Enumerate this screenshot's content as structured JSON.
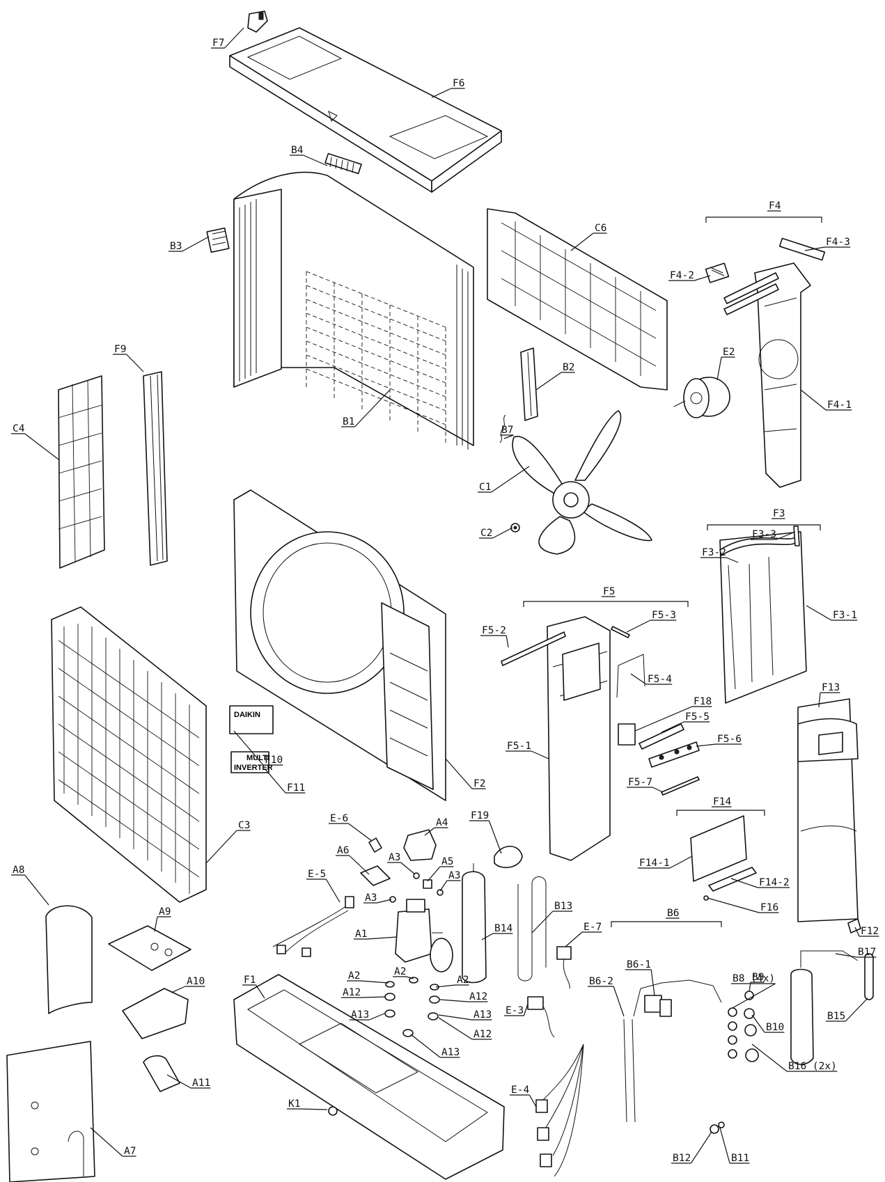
{
  "labels": {
    "F7": "F7",
    "F6": "F6",
    "B4": "B4",
    "B3": "B3",
    "F4": "F4",
    "F4_3": "F4-3",
    "F4_2": "F4-2",
    "F4_1": "F4-1",
    "C6": "C6",
    "E2": "E2",
    "B2": "B2",
    "B1": "B1",
    "B7": "B7",
    "C1": "C1",
    "C2": "C2",
    "C4": "C4",
    "F9": "F9",
    "F3": "F3",
    "F3_3": "F3-3",
    "F3_2": "F3-2",
    "F3_1": "F3-1",
    "F5": "F5",
    "F5_2": "F5-2",
    "F5_3": "F5-3",
    "F5_4": "F5-4",
    "F5_5": "F5-5",
    "F5_6": "F5-6",
    "F5_7": "F5-7",
    "F5_1": "F5-1",
    "F18": "F18",
    "F13": "F13",
    "F10": "F10",
    "F11": "F11",
    "F2": "F2",
    "F14": "F14",
    "F14_1": "F14-1",
    "F14_2": "F14-2",
    "F16": "F16",
    "C3": "C3",
    "E6": "E-6",
    "A4": "A4",
    "F19": "F19",
    "A6": "A6",
    "A3a": "A3",
    "A5": "A5",
    "A3b": "A3",
    "A3c": "A3",
    "E5": "E-5",
    "B13": "B13",
    "B6": "B6",
    "E7": "E-7",
    "B14": "B14",
    "A1": "A1",
    "A8": "A8",
    "A9": "A9",
    "F12": "F12",
    "B6_1": "B6-1",
    "B6_2": "B6-2",
    "B8": "B8 (4x)",
    "B17": "B17",
    "B9": "B9",
    "A2a": "A2",
    "A2b": "A2",
    "A2c": "A2",
    "A12a": "A12",
    "A12b": "A12",
    "A12c": "A12",
    "A13a": "A13",
    "A13b": "A13",
    "A13c": "A13",
    "A10": "A10",
    "F1": "F1",
    "E3": "E-3",
    "B10": "B10",
    "B15": "B15",
    "B16": "B16 (2x)",
    "E4": "E-4",
    "A11": "A11",
    "A7": "A7",
    "K1": "K1",
    "B12": "B12",
    "B11": "B11"
  },
  "stamps": {
    "brand": "DAIKIN",
    "inverter": "INVERTER",
    "multi": "MULTI"
  }
}
